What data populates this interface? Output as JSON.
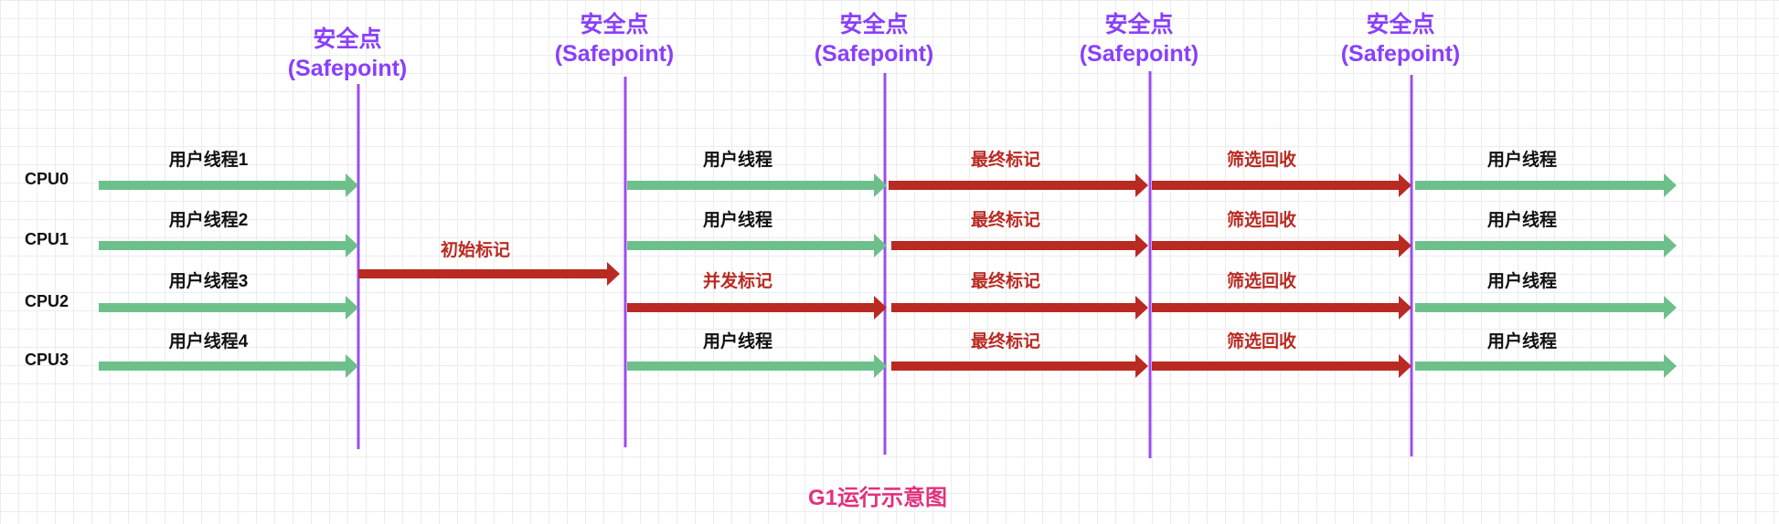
{
  "colors": {
    "user": "#6ec08b",
    "gc": "#b92a22",
    "safepoint": "#9b4df0",
    "title": "#e2307c",
    "user_text": "#111111"
  },
  "safepoints": [
    {
      "line1": "安全点",
      "line2": "(Safepoint)"
    },
    {
      "line1": "安全点",
      "line2": "(Safepoint)"
    },
    {
      "line1": "安全点",
      "line2": "(Safepoint)"
    },
    {
      "line1": "安全点",
      "line2": "(Safepoint)"
    },
    {
      "line1": "安全点",
      "line2": "(Safepoint)"
    }
  ],
  "cpus": [
    "CPU0",
    "CPU1",
    "CPU2",
    "CPU3"
  ],
  "rows": [
    [
      {
        "label": "用户线程1",
        "kind": "user"
      },
      {
        "label": "用户线程",
        "kind": "user"
      },
      {
        "label": "最终标记",
        "kind": "gc"
      },
      {
        "label": "筛选回收",
        "kind": "gc"
      },
      {
        "label": "用户线程",
        "kind": "user"
      }
    ],
    [
      {
        "label": "用户线程2",
        "kind": "user"
      },
      {
        "label": "用户线程",
        "kind": "user"
      },
      {
        "label": "最终标记",
        "kind": "gc"
      },
      {
        "label": "筛选回收",
        "kind": "gc"
      },
      {
        "label": "用户线程",
        "kind": "user"
      }
    ],
    [
      {
        "label": "用户线程3",
        "kind": "user"
      },
      {
        "label": "并发标记",
        "kind": "gc"
      },
      {
        "label": "最终标记",
        "kind": "gc"
      },
      {
        "label": "筛选回收",
        "kind": "gc"
      },
      {
        "label": "用户线程",
        "kind": "user"
      }
    ],
    [
      {
        "label": "用户线程4",
        "kind": "user"
      },
      {
        "label": "用户线程",
        "kind": "user"
      },
      {
        "label": "最终标记",
        "kind": "gc"
      },
      {
        "label": "筛选回收",
        "kind": "gc"
      },
      {
        "label": "用户线程",
        "kind": "user"
      }
    ]
  ],
  "initial_mark": {
    "label": "初始标记",
    "kind": "gc"
  },
  "title": "G1运行示意图"
}
